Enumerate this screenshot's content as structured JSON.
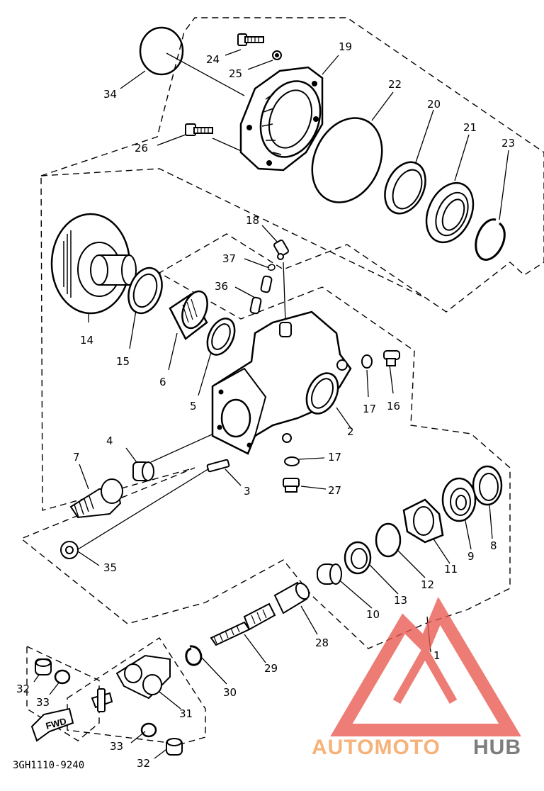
{
  "diagram_code": "3GH1110-9240",
  "watermark": {
    "part1": "AUTOMOTO",
    "part2": "HUB",
    "color_part1": "#f7b27a",
    "color_part2": "#7d7d7d",
    "logo_color": "#e8584f"
  },
  "fwd_label": "FWD",
  "callouts": {
    "n1": "1",
    "n2": "2",
    "n3": "3",
    "n4": "4",
    "n5": "5",
    "n6": "6",
    "n7": "7",
    "n8": "8",
    "n9": "9",
    "n10": "10",
    "n11": "11",
    "n12": "12",
    "n13": "13",
    "n14": "14",
    "n15": "15",
    "n16": "16",
    "n17a": "17",
    "n17b": "17",
    "n18": "18",
    "n19": "19",
    "n20": "20",
    "n21": "21",
    "n22": "22",
    "n23": "23",
    "n24": "24",
    "n25": "25",
    "n26": "26",
    "n27": "27",
    "n28": "28",
    "n29": "29",
    "n30": "30",
    "n31": "31",
    "n32a": "32",
    "n32b": "32",
    "n33a": "33",
    "n33b": "33",
    "n34": "34",
    "n35": "35",
    "n36": "36",
    "n37": "37"
  }
}
